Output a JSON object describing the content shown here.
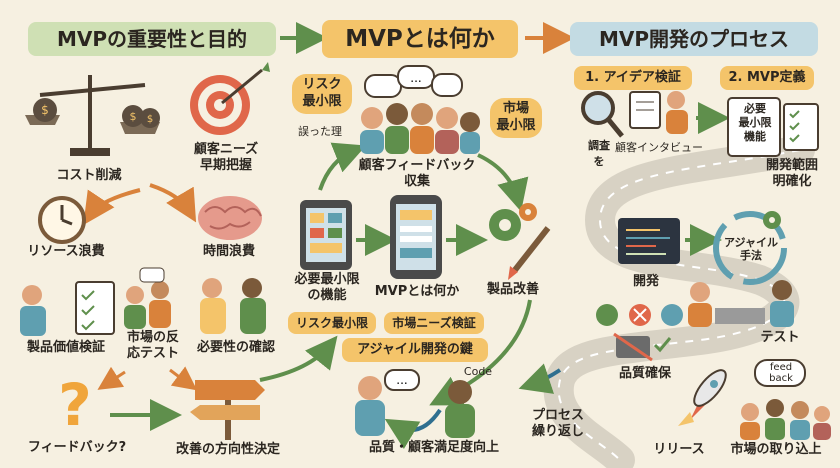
{
  "headers": {
    "left": "MVPの重要性と目的",
    "center": "MVPとは何か",
    "right": "MVP開発のプロセス"
  },
  "left": {
    "cost_reduction": "コスト削減",
    "early_needs": "顧客ニーズ\n早期把握",
    "resource_waste": "リソース浪費",
    "time_waste": "時間浪費",
    "product_value": "製品価値検証",
    "market_test": "市場の反\n応テスト",
    "need_confirm": "必要性の確認",
    "feedback_q": "フィードバック?",
    "direction": "改善の方向性決定"
  },
  "center": {
    "risk_min": "リスク\n最小限",
    "misunderstanding": "誤った理",
    "market_min": "市場\n最小限",
    "feedback_collect": "顧客フィードバック\n収集",
    "min_features": "必要最小限\nの機能",
    "what_is_mvp": "MVPとは何か",
    "product_improve": "製品改善",
    "tag_risk": "リスク最小限",
    "tag_market": "市場ニーズ検証",
    "tag_agile": "アジャイル開発の鍵",
    "code": "Code",
    "quality": "品質・顧客満足度向上"
  },
  "right": {
    "step1": "1. アイデア検証",
    "step2": "2. MVP定義",
    "research": "調査\nを",
    "interview": "顧客インタビュー",
    "checklist": "必要\n最小限\n機能",
    "scope": "開発範囲\n明確化",
    "agile": "アジャイル\n手法",
    "dev": "開発",
    "test": "テスト",
    "qa": "品質確保",
    "feedback": "feed\nback",
    "repeat": "プロセス\n繰り返し",
    "release": "リリース",
    "market_up": "市場の取り込上"
  },
  "colors": {
    "background": "#f6f0e1",
    "green_pill": "#cfe0b4",
    "yellow_pill": "#f4c46a",
    "blue_pill": "#c3dbe3",
    "arrow_green": "#5f8f4c",
    "arrow_orange": "#d9823b",
    "road": "#d8d2c4"
  }
}
